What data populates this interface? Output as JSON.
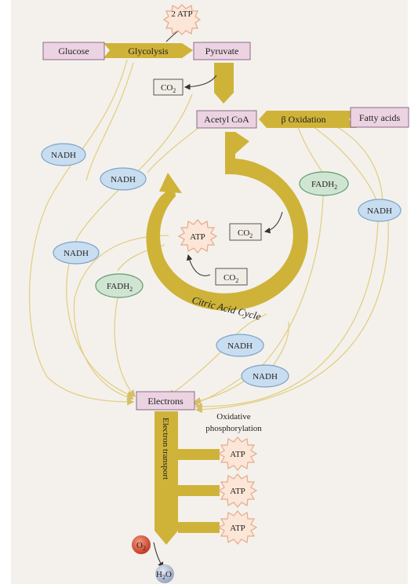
{
  "nodes": {
    "glucose": "Glucose",
    "glycolysis": "Glycolysis",
    "pyruvate": "Pyruvate",
    "atp_top": "2 ATP",
    "acetyl_coa": "Acetyl CoA",
    "beta_oxidation": "β Oxidation",
    "fatty_acids": "Fatty acids",
    "electrons": "Electrons",
    "citric_acid_cycle": "Citric Acid Cycle",
    "electron_transport": "Electron transport",
    "oxphos_line1": "Oxidative",
    "oxphos_line2": "phosphorylation"
  },
  "chemicals": {
    "co2_base": "CO",
    "co2_sub": "2",
    "fadh_base": "FADH",
    "fadh_sub": "2",
    "o2_base": "O",
    "o2_sub": "2",
    "h2o_h": "H",
    "h2o_sub": "2",
    "h2o_o": "O",
    "nadh": "NADH",
    "atp": "ATP"
  },
  "colors": {
    "pathway_band": "#cfb339",
    "metabolite_box": "#ecd3e2",
    "nadh_oval": "#c9ddf0",
    "fadh2_oval": "#cfe5d2",
    "atp_burst": "#fbe6d7",
    "oxygen": "#d2452f",
    "water": "#b8c3d8"
  }
}
